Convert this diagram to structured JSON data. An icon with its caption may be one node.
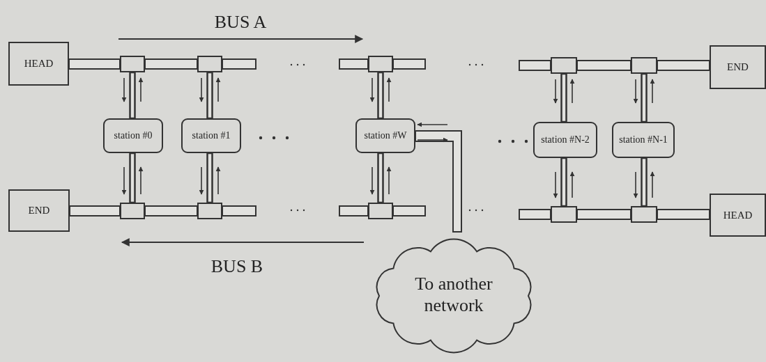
{
  "diagram": {
    "nodes": [
      {
        "text": [
          "HEAD"
        ]
      },
      {
        "text": [
          "END"
        ]
      },
      {
        "text": [
          "END"
        ]
      },
      {
        "text": [
          "HEAD"
        ]
      },
      {
        "text": [
          "station #0"
        ]
      },
      {
        "text": [
          "station #1"
        ]
      },
      {
        "text": [
          "station #W"
        ]
      },
      {
        "text": [
          "station #N-2"
        ]
      },
      {
        "text": [
          "station #N-1"
        ]
      },
      {
        "text": [],
        "shape": "box"
      },
      {
        "text": [],
        "shape": "box"
      },
      {
        "text": [],
        "shape": "box"
      },
      {
        "text": [],
        "shape": "box"
      },
      {
        "text": [],
        "shape": "box"
      },
      {
        "text": [],
        "shape": "box"
      },
      {
        "text": [],
        "shape": "box"
      },
      {
        "text": [],
        "shape": "box"
      },
      {
        "text": [],
        "shape": "box"
      },
      {
        "text": [],
        "shape": "box"
      },
      {
        "text": [
          "To another network"
        ]
      }
    ],
    "edges": [
      {
        "from": 0,
        "to": 9,
        "arrow": "none"
      },
      {
        "from": 9,
        "to": 10,
        "arrow": "none"
      },
      {
        "from": 10,
        "to": null,
        "arrow": "none"
      },
      {
        "from": null,
        "to": 11,
        "arrow": "none"
      },
      {
        "from": 11,
        "to": null,
        "arrow": "none"
      },
      {
        "from": null,
        "to": 12,
        "arrow": "none"
      },
      {
        "from": 12,
        "to": 13,
        "arrow": "none"
      },
      {
        "from": 13,
        "to": 1,
        "arrow": "none"
      },
      {
        "from": 2,
        "to": 14,
        "arrow": "none"
      },
      {
        "from": 14,
        "to": 15,
        "arrow": "none"
      },
      {
        "from": 15,
        "to": null,
        "arrow": "none"
      },
      {
        "from": null,
        "to": 16,
        "arrow": "none"
      },
      {
        "from": 16,
        "to": null,
        "arrow": "none"
      },
      {
        "from": null,
        "to": 17,
        "arrow": "none"
      },
      {
        "from": 17,
        "to": 18,
        "arrow": "none"
      },
      {
        "from": 18,
        "to": 3,
        "arrow": "none"
      },
      {
        "from": 9,
        "to": 4,
        "arrow": "none"
      },
      {
        "from": 10,
        "to": 5,
        "arrow": "none"
      },
      {
        "from": 11,
        "to": 6,
        "arrow": "none"
      },
      {
        "from": 12,
        "to": 7,
        "arrow": "none"
      },
      {
        "from": 13,
        "to": 8,
        "arrow": "none"
      },
      {
        "from": 4,
        "to": 14,
        "arrow": "none"
      },
      {
        "from": 5,
        "to": 15,
        "arrow": "none"
      },
      {
        "from": 6,
        "to": 16,
        "arrow": "none"
      },
      {
        "from": 7,
        "to": 17,
        "arrow": "none"
      },
      {
        "from": 8,
        "to": 18,
        "arrow": "none"
      },
      {
        "from": 6,
        "to": 19,
        "arrow": "none"
      }
    ],
    "labels": [
      "BUS A",
      "BUS B"
    ]
  }
}
